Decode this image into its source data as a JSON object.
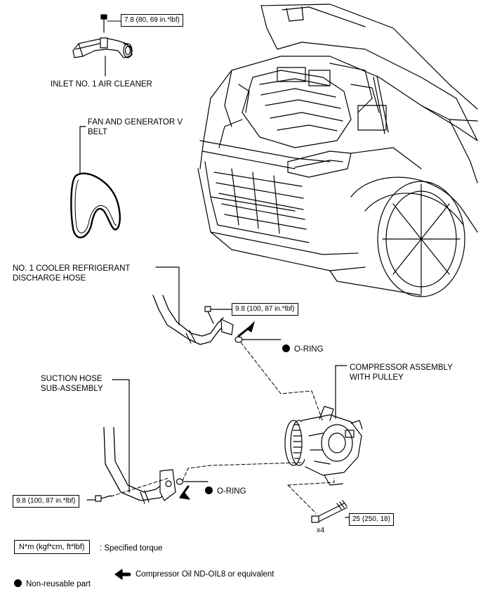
{
  "torques": {
    "air_cleaner_bolt": "7.8 (80, 69 in.*lbf)",
    "discharge_hose_bolt": "9.8 (100, 87 in.*lbf)",
    "suction_hose_bolt": "9.8 (100, 87 in.*lbf)",
    "compressor_bolt": "25 (250, 18)",
    "compressor_bolt_qty": "x4"
  },
  "parts": {
    "inlet_air_cleaner": "INLET NO. 1 AIR CLEANER",
    "fan_belt": "FAN AND GENERATOR V\nBELT",
    "discharge_hose": "NO. 1 COOLER REFRIGERANT\nDISCHARGE HOSE",
    "suction_hose": "SUCTION HOSE\nSUB-ASSEMBLY",
    "compressor": "COMPRESSOR ASSEMBLY\nWITH PULLEY",
    "o_ring_upper": "O-RING",
    "o_ring_lower": "O-RING"
  },
  "legend": {
    "torque_unit_box": "N*m (kgf*cm, ft*lbf)",
    "torque_unit_desc": ": Specified torque",
    "non_reusable": "Non-reusable part",
    "compressor_oil": "Compressor Oil ND-OIL8 or equivalent"
  }
}
